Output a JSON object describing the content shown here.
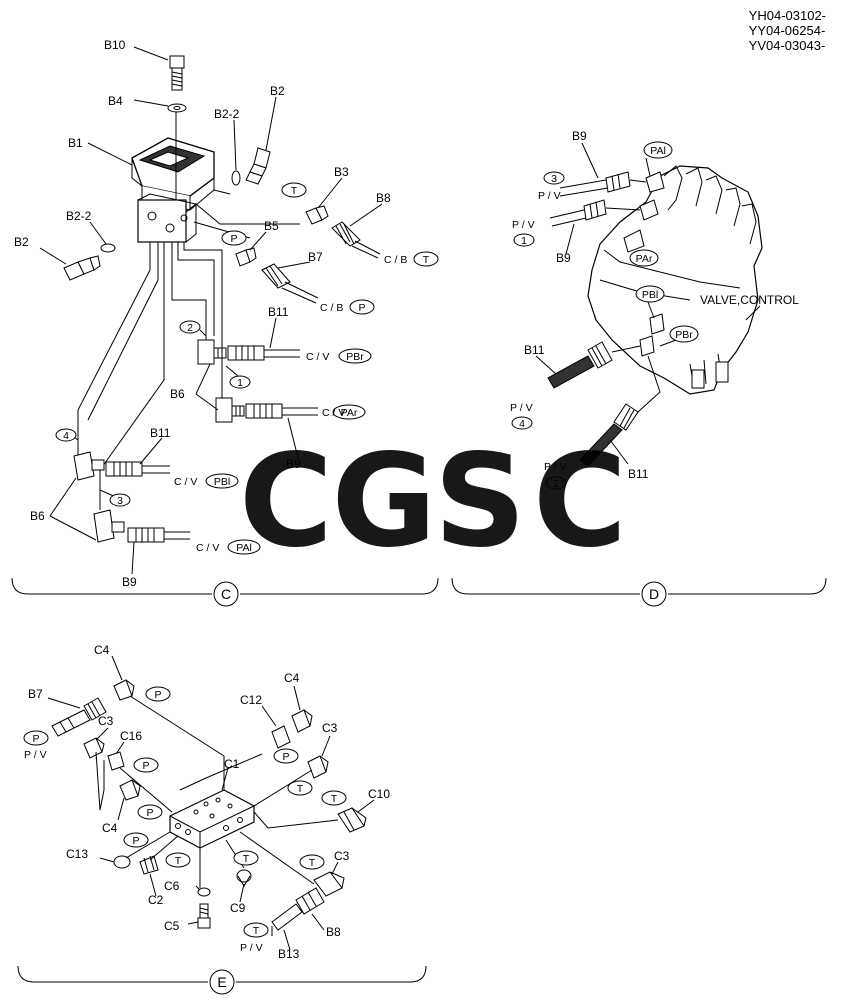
{
  "header": {
    "serials": [
      "YH04-03102-",
      "YY04-06254-",
      "YV04-03043-"
    ]
  },
  "watermark": {
    "letters": [
      "C",
      "G",
      "S",
      "C"
    ],
    "colors": [
      "#5b9cf5",
      "#ef7f7f",
      "#f9d56e",
      "#6fbf95"
    ]
  },
  "views": {
    "c": {
      "badge": "C",
      "parts": {
        "b10": "B10",
        "b4": "B4",
        "b1": "B1",
        "b2_2_top": "B2-2",
        "b2_top": "B2",
        "b2_2_left": "B2-2",
        "b2_left": "B2",
        "b3": "B3",
        "b8": "B8",
        "b5": "B5",
        "b7": "B7",
        "b11_top": "B11",
        "b6_top": "B6",
        "b9_mid": "B9",
        "b11_mid": "B11",
        "b6_bottom": "B6",
        "b9_bottom": "B9"
      },
      "ports": {
        "t1": "T",
        "p1": "P",
        "t2": "T",
        "p2": "P",
        "pbr": "PBr",
        "par": "PAr",
        "pbl": "PBl",
        "pal": "PAl"
      },
      "numbers": {
        "n1": "1",
        "n2": "2",
        "n3": "3",
        "n4": "4"
      },
      "connections": {
        "cb_t": "C / B",
        "cb_p": "C / B",
        "cv_pbr": "C / V",
        "cv_par": "C / V",
        "cv_pbl": "C / V",
        "cv_pal": "C / V"
      }
    },
    "d": {
      "badge": "D",
      "valve_label": "VALVE,CONTROL",
      "parts": {
        "b9_top": "B9",
        "b9_mid": "B9",
        "b11_left": "B11",
        "b11_bottom": "B11"
      },
      "ports": {
        "pal": "PAl",
        "par": "PAr",
        "pbl": "PBl",
        "pbr": "PBr"
      },
      "numbers": {
        "n3": "3",
        "n1": "1",
        "n4": "4",
        "n2": "2"
      },
      "connections": {
        "pv3": "P / V",
        "pv1": "P / V",
        "pv4": "P / V",
        "pv2": "P / V"
      }
    },
    "e": {
      "badge": "E",
      "parts": {
        "c4_top": "C4",
        "b7": "B7",
        "c3_left": "C3",
        "c16": "C16",
        "c4_left": "C4",
        "c1": "C1",
        "c12": "C12",
        "c4_right": "C4",
        "c3_right": "C3",
        "c10": "C10",
        "c13": "C13",
        "c2": "C2",
        "c6": "C6",
        "c5": "C5",
        "c9": "C9",
        "c3_bottom": "C3",
        "b8": "B8",
        "b13": "B13"
      },
      "ports": {
        "p_a": "P",
        "p_b7": "P",
        "p_c": "P",
        "p_d": "P",
        "p_e": "P",
        "p_f": "P",
        "t_a": "T",
        "t_b": "T",
        "t_c": "T",
        "t_d": "T",
        "t_e": "T",
        "t_b13": "T"
      },
      "connections": {
        "pv_b7": "P / V",
        "pv_b13": "P / V"
      }
    }
  }
}
